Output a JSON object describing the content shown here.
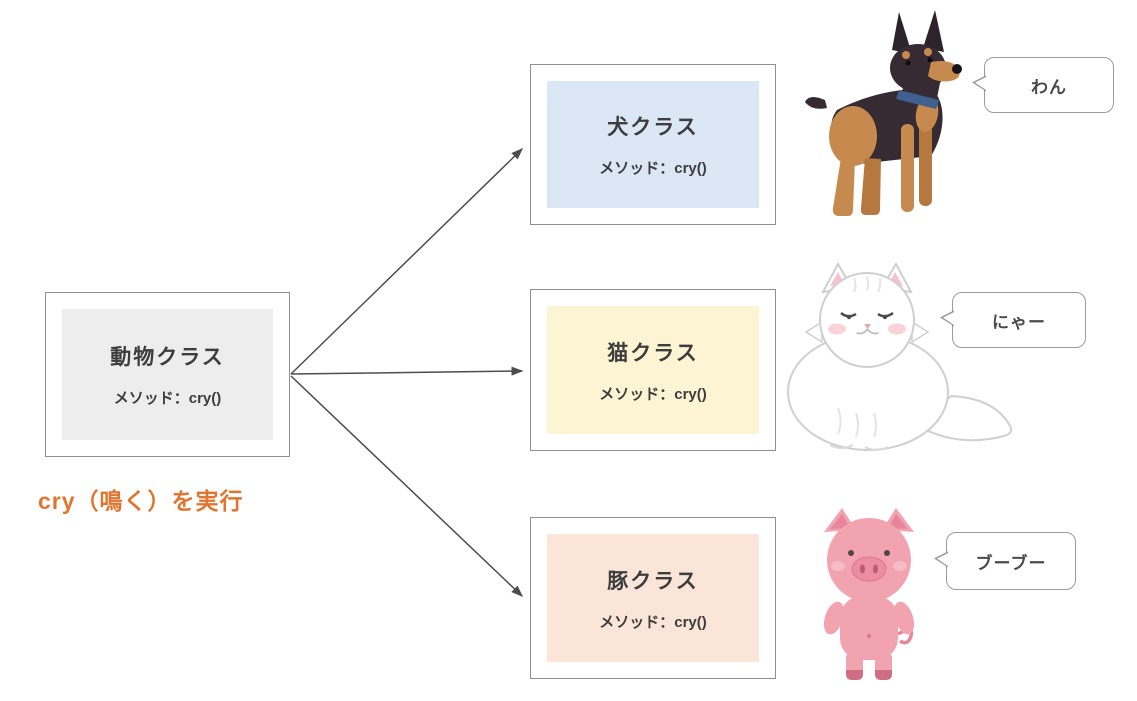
{
  "parent": {
    "title": "動物クラス",
    "method": "メソッド：cry()",
    "fill": "#ededed"
  },
  "caption": {
    "text": "cry（鳴く）を実行",
    "color": "#e2752e"
  },
  "children": [
    {
      "name": "dog",
      "title": "犬クラス",
      "method": "メソッド：cry()",
      "fill": "#dbe7f5",
      "bubble": "わん",
      "illustration": "doberman-dog"
    },
    {
      "name": "cat",
      "title": "猫クラス",
      "method": "メソッド：cry()",
      "fill": "#fdf4d3",
      "bubble": "にゃー",
      "illustration": "white-persian-cat"
    },
    {
      "name": "pig",
      "title": "豚クラス",
      "method": "メソッド：cry()",
      "fill": "#fbe5d8",
      "bubble": "ブーブー",
      "illustration": "pink-pig"
    }
  ],
  "colors": {
    "arrow": "#4d4d4d",
    "box_border": "#8f8f8f",
    "bubble_border": "#9b9b9b",
    "text": "#3d3d3d"
  }
}
